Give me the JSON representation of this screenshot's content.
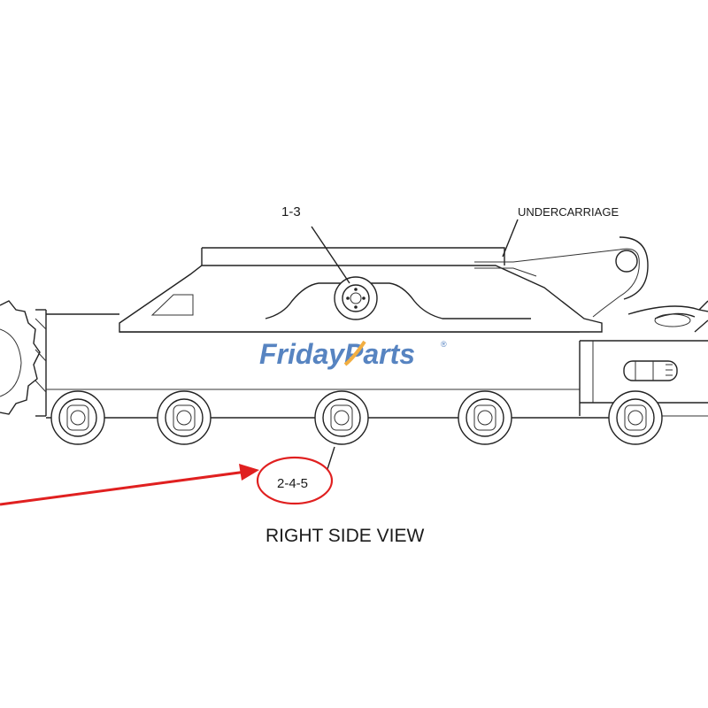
{
  "diagram": {
    "callouts": {
      "top_part": "1-3",
      "undercarriage": "UNDERCARRIAGE",
      "roller_part": "2-4-5"
    },
    "view_title": "RIGHT SIDE VIEW",
    "watermark": {
      "word1": "Friday",
      "word2": "Parts",
      "mark": "®",
      "color_blue": "#3a6fb7",
      "color_orange": "#f0a020"
    },
    "highlight": {
      "color": "#e02020",
      "target": "2-4-5"
    }
  }
}
